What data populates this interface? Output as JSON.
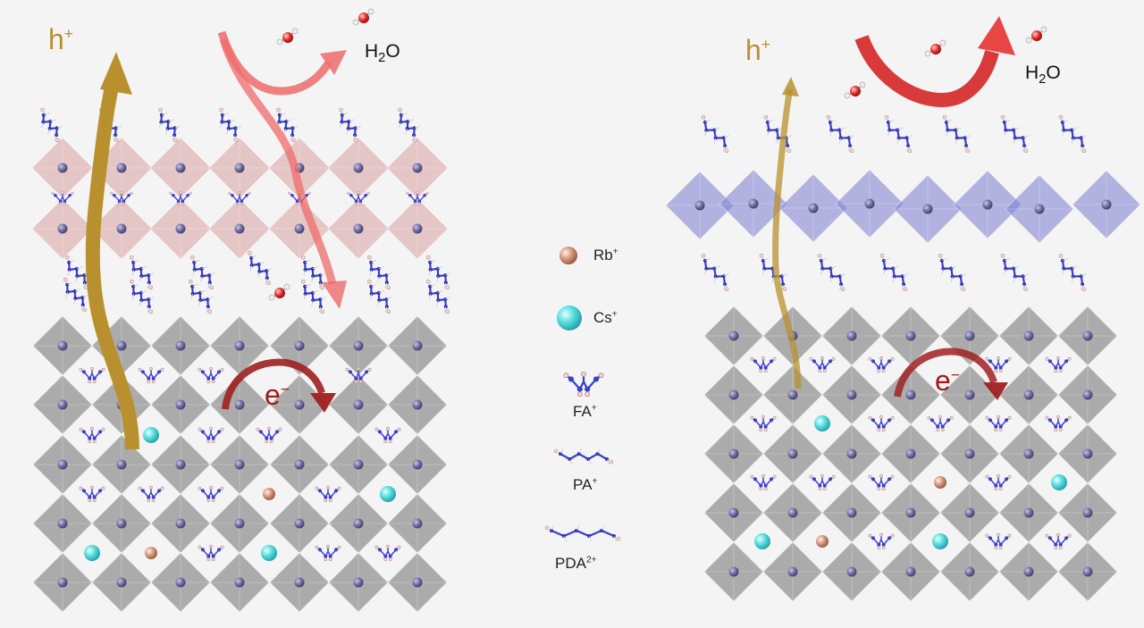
{
  "colors": {
    "background": "#f4f4f4",
    "bulk_octahedra": "#8f8f8f",
    "left_spacer_octahedra": "#d9a0a0",
    "right_spacer_octahedra": "#7b7bd0",
    "metal_atom": "#6f6a9e",
    "hole_arrow": "#b8912e",
    "water_arrow": "#ef6b6b",
    "electron_arrow": "#a02020",
    "rb_ion": "#d6977a",
    "cs_ion": "#5fe0e0",
    "organic_cation": "#3a3fd0"
  },
  "left_panel": {
    "hole_label": "h",
    "hole_charge": "+",
    "water_label_main": "H",
    "water_label_sub": "2",
    "water_label_end": "O",
    "electron_label": "e",
    "electron_charge": "−"
  },
  "right_panel": {
    "hole_label": "h",
    "hole_charge": "+",
    "water_label_main": "H",
    "water_label_sub": "2",
    "water_label_end": "O",
    "electron_label": "e",
    "electron_charge": "−"
  },
  "legend": {
    "rb": {
      "name": "Rb",
      "charge": "+",
      "icon": "sphere-icon"
    },
    "cs": {
      "name": "Cs",
      "charge": "+",
      "icon": "sphere-icon"
    },
    "fa": {
      "name": "FA",
      "charge": "+",
      "icon": "molecule-icon"
    },
    "pa": {
      "name": "PA",
      "charge": "+",
      "icon": "molecule-icon"
    },
    "pda": {
      "name": "PDA",
      "charge": "2+",
      "icon": "molecule-icon"
    }
  }
}
